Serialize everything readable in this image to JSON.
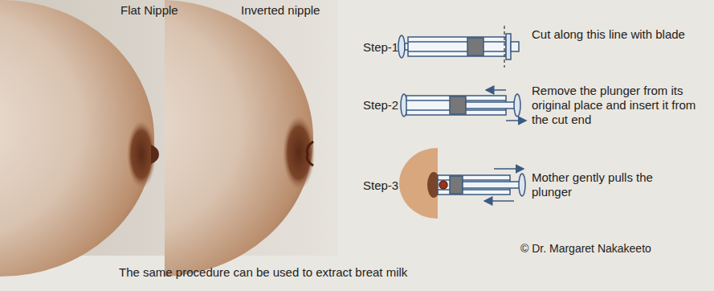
{
  "diagram": {
    "caption": "The same procedure can be used to extract breat milk",
    "labels": [
      "Flat Nipple",
      "Inverted nipple",
      "Step-1",
      "Cut along this line with blade",
      "Step-2",
      "Remove the plunger from its original place and insert it from the cut end",
      "Step-3",
      "Mother gently pulls the plunger",
      "© Dr. Margaret Nakakeeto"
    ]
  }
}
